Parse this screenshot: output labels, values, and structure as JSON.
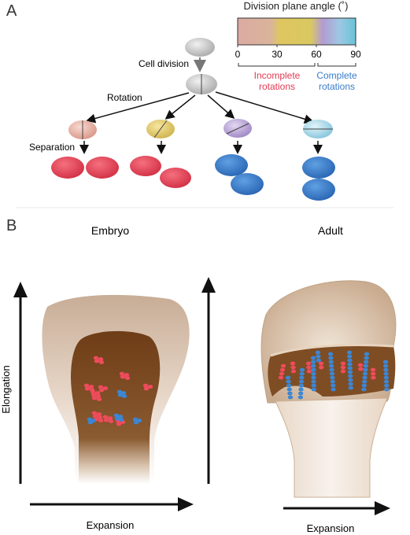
{
  "panel_a": {
    "letter": "A",
    "colorbar": {
      "title": "Division plane angle (˚)",
      "ticks": [
        "0",
        "30",
        "60",
        "90"
      ],
      "incomplete_label_line1": "Incomplete",
      "incomplete_label_line2": "rotations",
      "complete_label_line1": "Complete",
      "complete_label_line2": "rotations",
      "incomplete_color": "#e23a52",
      "complete_color": "#3a7cc8"
    },
    "labels": {
      "cell_division": "Cell division",
      "rotation": "Rotation",
      "separation": "Separation"
    },
    "colors": {
      "mother_cell": "#c9c9c9",
      "cell_0": "#e7b3a8",
      "cell_30": "#e2cc6a",
      "cell_60": "#b8a3d6",
      "cell_90": "#a9dcea",
      "daughter_incomplete": "#e0394e",
      "daughter_complete": "#2f74c6"
    }
  },
  "panel_b": {
    "letter": "B",
    "embryo_title": "Embryo",
    "adult_title": "Adult",
    "y_axis_label": "Elongation",
    "x_axis_label_embryo": "Expansion",
    "x_axis_label_adult": "Expansion",
    "colors": {
      "bone_outer": "#c7ad95",
      "growth_plate": "#7a4a22",
      "cell_red": "#ef4b5c",
      "cell_blue": "#3c86d3",
      "shaft": "#f2e8df"
    }
  }
}
